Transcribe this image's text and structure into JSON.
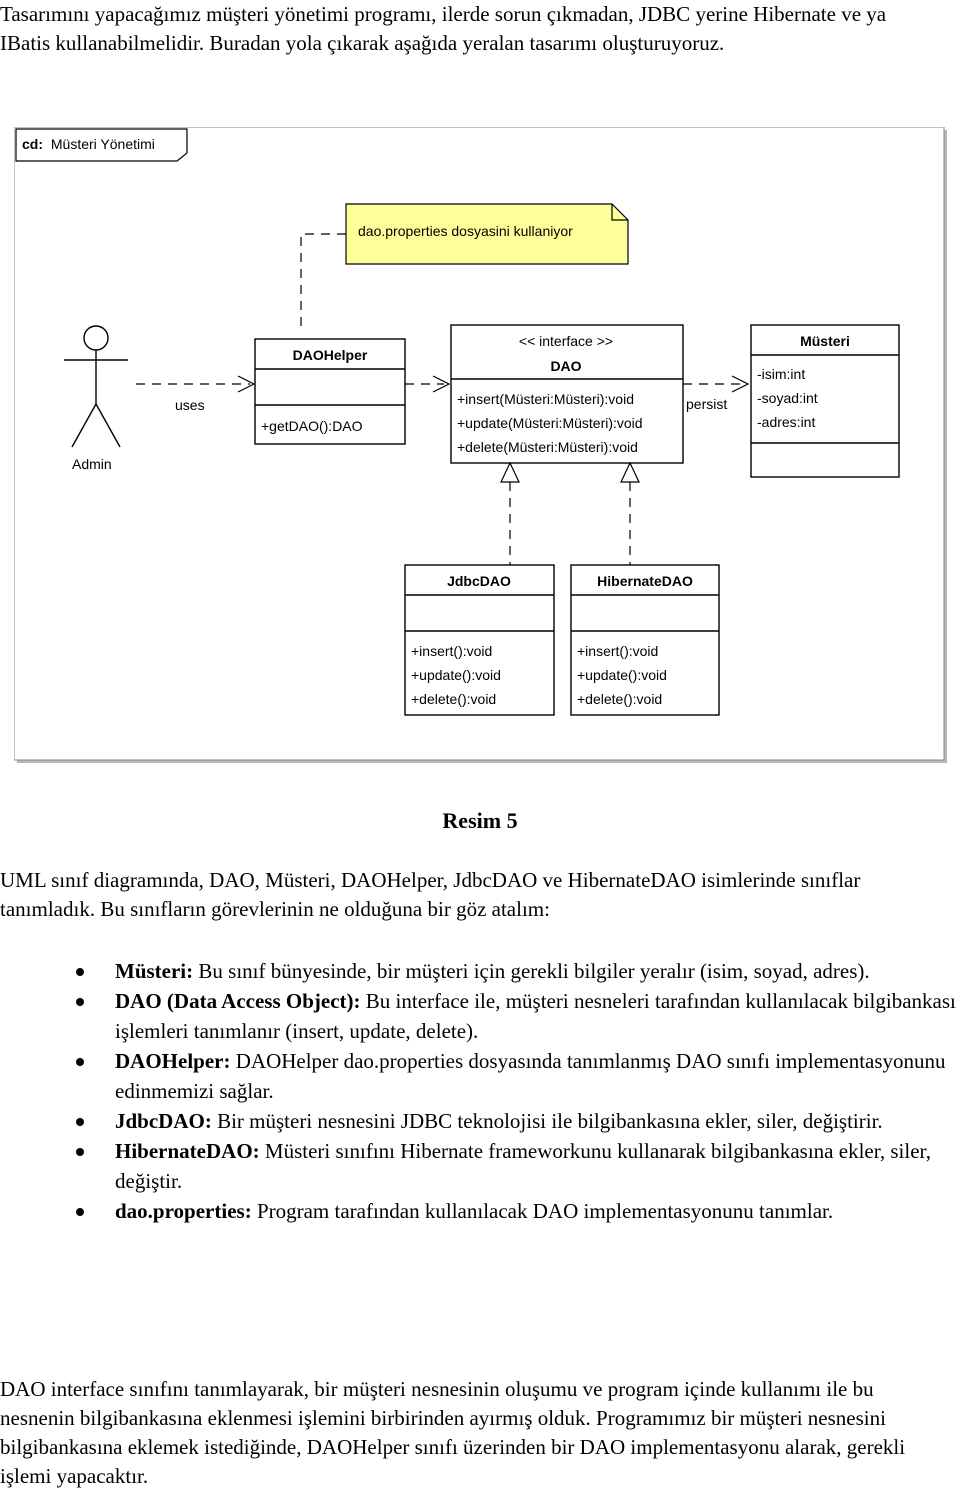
{
  "intro": "Tasarımını yapacağımız müşteri yönetimi programı, ilerde sorun çıkmadan, JDBC yerine Hibernate ve ya IBatis kullanabilmelidir. Buradan yola çıkarak aşağıda yeralan tasarımı oluşturuyoruz.",
  "diagram": {
    "frame_keyword": "cd:",
    "frame_title": "Müsteri Yönetimi",
    "note": "dao.properties dosyasini kullaniyor",
    "actor": "Admin",
    "uses_label": "uses",
    "persist_label": "persist",
    "daohelper": {
      "name": "DAOHelper",
      "ops": [
        "+getDAO():DAO"
      ]
    },
    "dao": {
      "stereotype": "<< interface >>",
      "name": "DAO",
      "ops": [
        "+insert(Müsteri:Müsteri):void",
        "+update(Müsteri:Müsteri):void",
        "+delete(Müsteri:Müsteri):void"
      ]
    },
    "musteri": {
      "name": "Müsteri",
      "attrs": [
        "-isim:int",
        "-soyad:int",
        "-adres:int"
      ]
    },
    "jdbcdao": {
      "name": "JdbcDAO",
      "ops": [
        "+insert():void",
        "+update():void",
        "+delete():void"
      ]
    },
    "hibernatedao": {
      "name": "HibernateDAO",
      "ops": [
        "+insert():void",
        "+update():void",
        "+delete():void"
      ]
    }
  },
  "caption": "Resim 5",
  "summary": "UML sınıf diagramında, DAO, Müsteri, DAOHelper, JdbcDAO ve HibernateDAO isimlerinde sınıflar tanımladık. Bu sınıfların görevlerinin ne olduğuna bir göz atalım:",
  "bullets": [
    {
      "term": "Müsteri:",
      "text": " Bu sınıf bünyesinde, bir müşteri için gerekli bilgiler yeralır (isim, soyad, adres)."
    },
    {
      "term": "DAO (Data Access Object):",
      "text": " Bu interface ile, müşteri nesneleri tarafından kullanılacak bilgibankası işlemleri tanımlanır (insert, update, delete)."
    },
    {
      "term": "DAOHelper:",
      "text": " DAOHelper dao.properties dosyasında tanımlanmış DAO sınıfı implementasyonunu edinmemizi sağlar."
    },
    {
      "term": "JdbcDAO:",
      "text": " Bir müşteri nesnesini JDBC teknolojisi ile bilgibankasına ekler, siler, değiştirir."
    },
    {
      "term": "HibernateDAO:",
      "text": " Müsteri sınıfını Hibernate frameworkunu kullanarak bilgibankasına ekler, siler, değiştir."
    },
    {
      "term": "dao.properties:",
      "text": " Program tarafından kullanılacak DAO implementasyonunu tanımlar."
    }
  ],
  "closing": "DAO interface sınıfını tanımlayarak, bir müşteri nesnesinin oluşumu ve program içinde kullanımı ile bu nesnenin bilgibankasına eklenmesi işlemini birbirinden ayırmış olduk. Programımız bir müşteri nesnesini bilgibankasına eklemek istediğinde, DAOHelper sınıfı üzerinden bir DAO implementasyonu alarak, gerekli işlemi yapacaktır."
}
